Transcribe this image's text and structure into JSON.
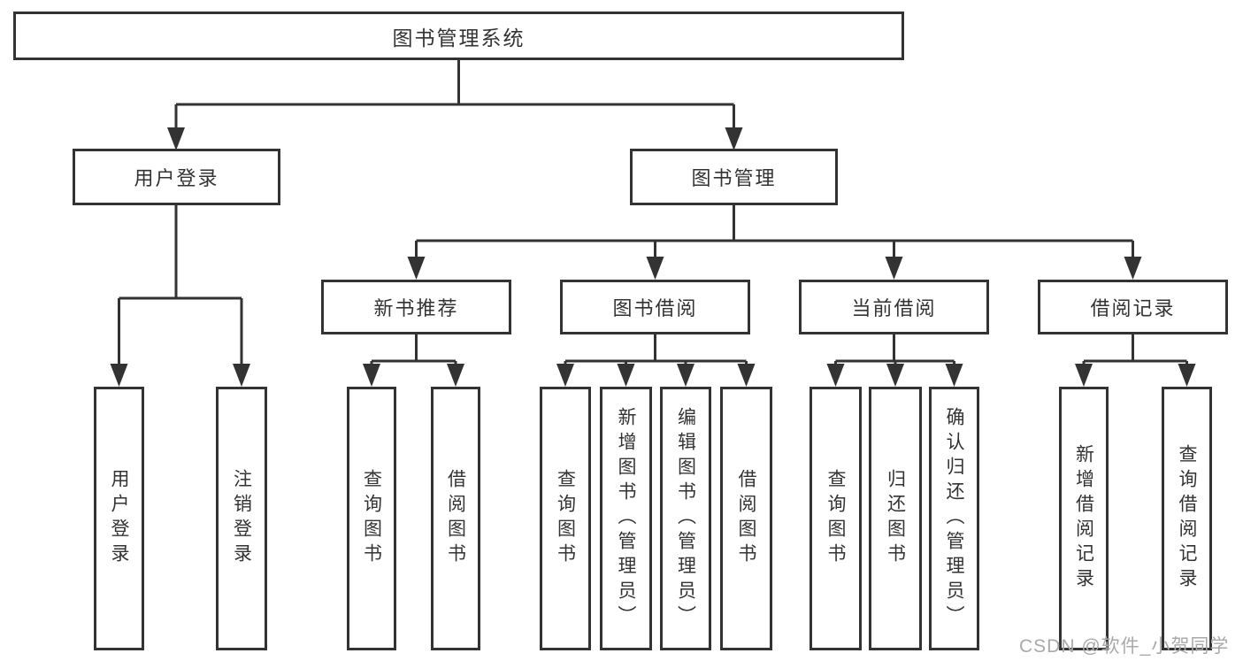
{
  "diagram": {
    "root": {
      "label": "图书管理系统"
    },
    "level2": [
      {
        "label": "用户登录"
      },
      {
        "label": "图书管理"
      }
    ],
    "level3": [
      {
        "label": "新书推荐"
      },
      {
        "label": "图书借阅"
      },
      {
        "label": "当前借阅"
      },
      {
        "label": "借阅记录"
      }
    ],
    "leaves": [
      {
        "label": "用户登录",
        "parent": "用户登录"
      },
      {
        "label": "注销登录",
        "parent": "用户登录"
      },
      {
        "label": "查询图书",
        "parent": "新书推荐"
      },
      {
        "label": "借阅图书",
        "parent": "新书推荐"
      },
      {
        "label": "查询图书",
        "parent": "图书借阅"
      },
      {
        "label": "新增图书（管理员）",
        "parent": "图书借阅"
      },
      {
        "label": "编辑图书（管理员）",
        "parent": "图书借阅"
      },
      {
        "label": "借阅图书",
        "parent": "图书借阅"
      },
      {
        "label": "查询图书",
        "parent": "当前借阅"
      },
      {
        "label": "归还图书",
        "parent": "当前借阅"
      },
      {
        "label": "确认归还（管理员）",
        "parent": "当前借阅"
      },
      {
        "label": "新增借阅记录",
        "parent": "借阅记录"
      },
      {
        "label": "查询借阅记录",
        "parent": "借阅记录"
      }
    ],
    "watermark": "CSDN @软件_小贺同学",
    "colors": {
      "line": "#333333",
      "box_border": "#333333",
      "text": "#333333",
      "watermark": "#a9a9a9",
      "background": "#ffffff"
    }
  }
}
